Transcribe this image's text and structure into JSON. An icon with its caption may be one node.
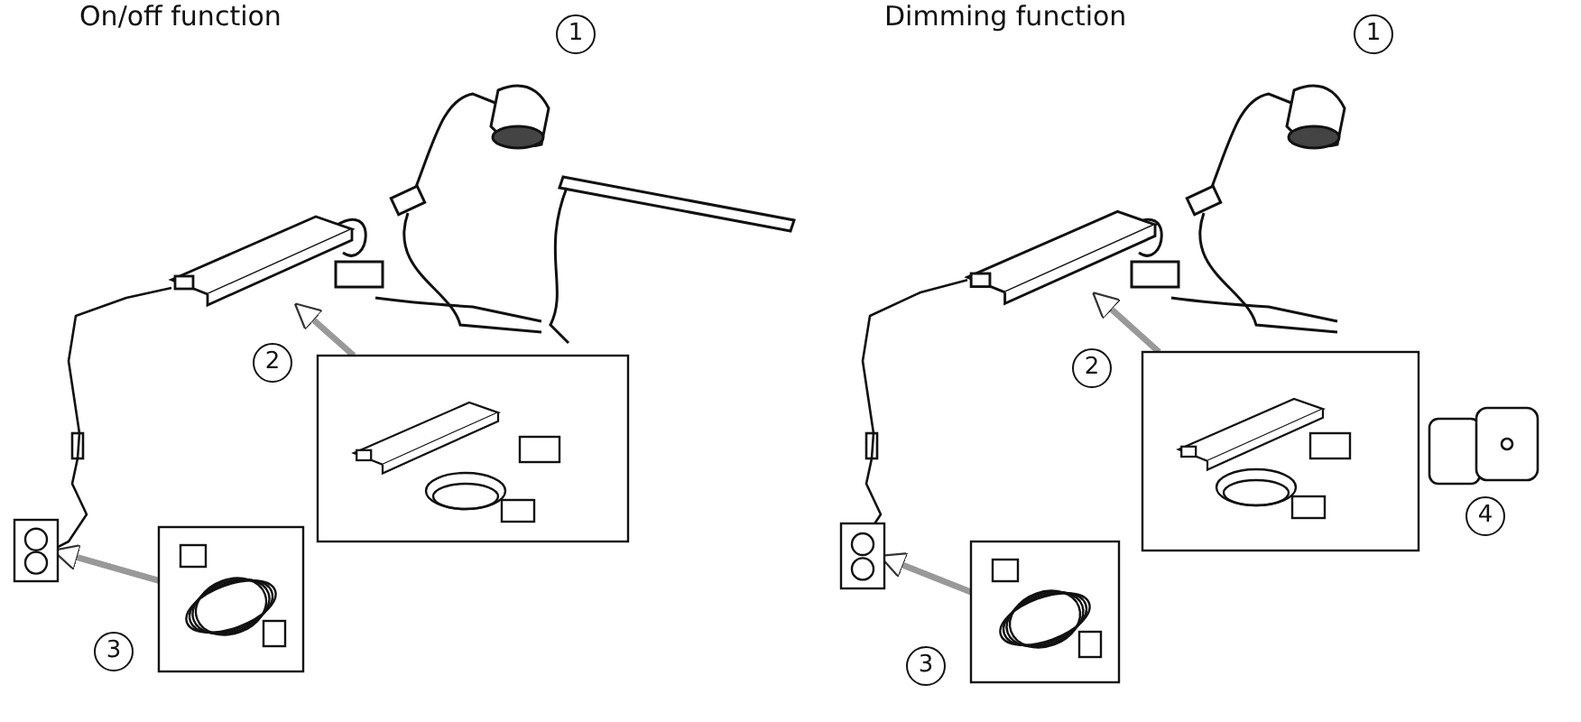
{
  "diagram": {
    "nodes": [
      {
        "text": [],
        "shape": "picture"
      },
      {
        "text": [],
        "shape": "picture"
      },
      {
        "text": [],
        "shape": "picture"
      },
      {
        "text": [],
        "shape": "picture"
      },
      {
        "text": [],
        "shape": "picture"
      },
      {
        "text": [],
        "shape": "picture"
      },
      {
        "text": [],
        "shape": "picture"
      },
      {
        "text": [],
        "shape": "picture"
      }
    ],
    "edges": [
      {
        "from": 1,
        "to": 0,
        "arrow": "to"
      },
      {
        "from": 3,
        "to": 2,
        "arrow": "to"
      },
      {
        "from": 5,
        "to": 4,
        "arrow": "to"
      },
      {
        "from": 7,
        "to": 6,
        "arrow": "to"
      },
      {
        "from": 0,
        "to": 2,
        "arrow": "none",
        "color": "#111111"
      },
      {
        "from": 4,
        "to": 6,
        "arrow": "none",
        "color": "#111111"
      }
    ],
    "labels": [
      "On/off function",
      "1",
      "2",
      "3",
      "Dimming function",
      "1",
      "2",
      "4",
      "3"
    ]
  }
}
